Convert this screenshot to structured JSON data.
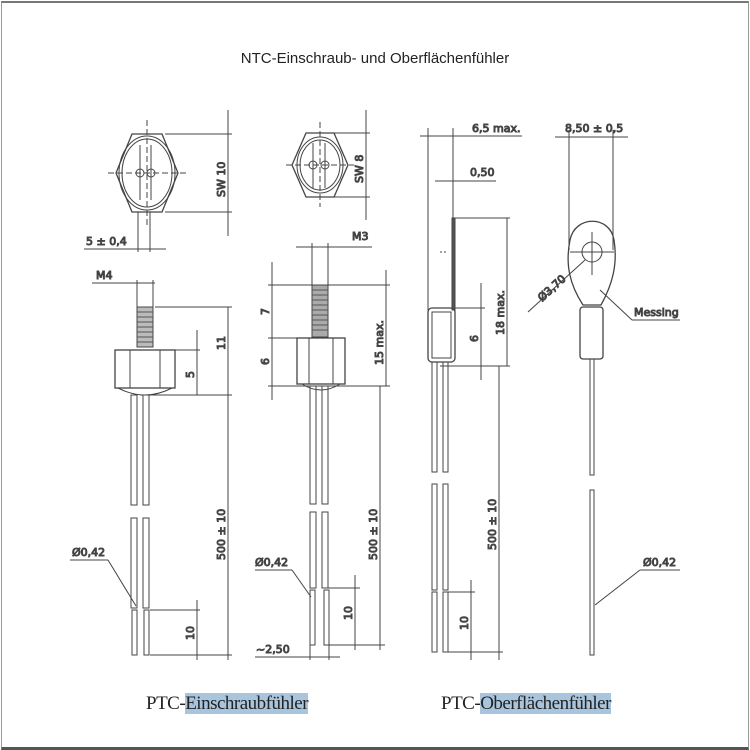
{
  "title": "NTC-Einschraub- und Oberflächenfühler",
  "drawing_screw_m4": {
    "across_flats": "SW 10",
    "pin_spacing": "5 ± 0,4",
    "thread": "M4",
    "thread_length": "11",
    "hex_height": "5",
    "lead_length": "500 ± 10",
    "wire_diameter": "Ø0,42",
    "stripped_length": "10"
  },
  "drawing_screw_m3": {
    "across_flats": "SW 8",
    "thread": "M3",
    "thread_length": "7",
    "hex_height": "6",
    "total_length": "15 max.",
    "lead_length": "500 ± 10",
    "wire_diameter": "Ø0,42",
    "stripped_length": "10",
    "wire_spacing": "~2,50"
  },
  "drawing_surface_plate": {
    "width": "6,5 max.",
    "plate_thickness": "0,50",
    "height": "18 max.",
    "body_height": "6",
    "lead_length": "500 ± 10",
    "stripped_length": "10"
  },
  "drawing_surface_ring": {
    "ring_width": "8,50 ± 0,5",
    "hole_diameter": "Ø3,70",
    "material": "Messing",
    "wire_diameter": "Ø0,42"
  },
  "captions": {
    "left_prefix": "PTC-",
    "left_main": "Einschraubfühler",
    "right_prefix": "PTC-",
    "right_main": "Oberflächenfühler"
  }
}
